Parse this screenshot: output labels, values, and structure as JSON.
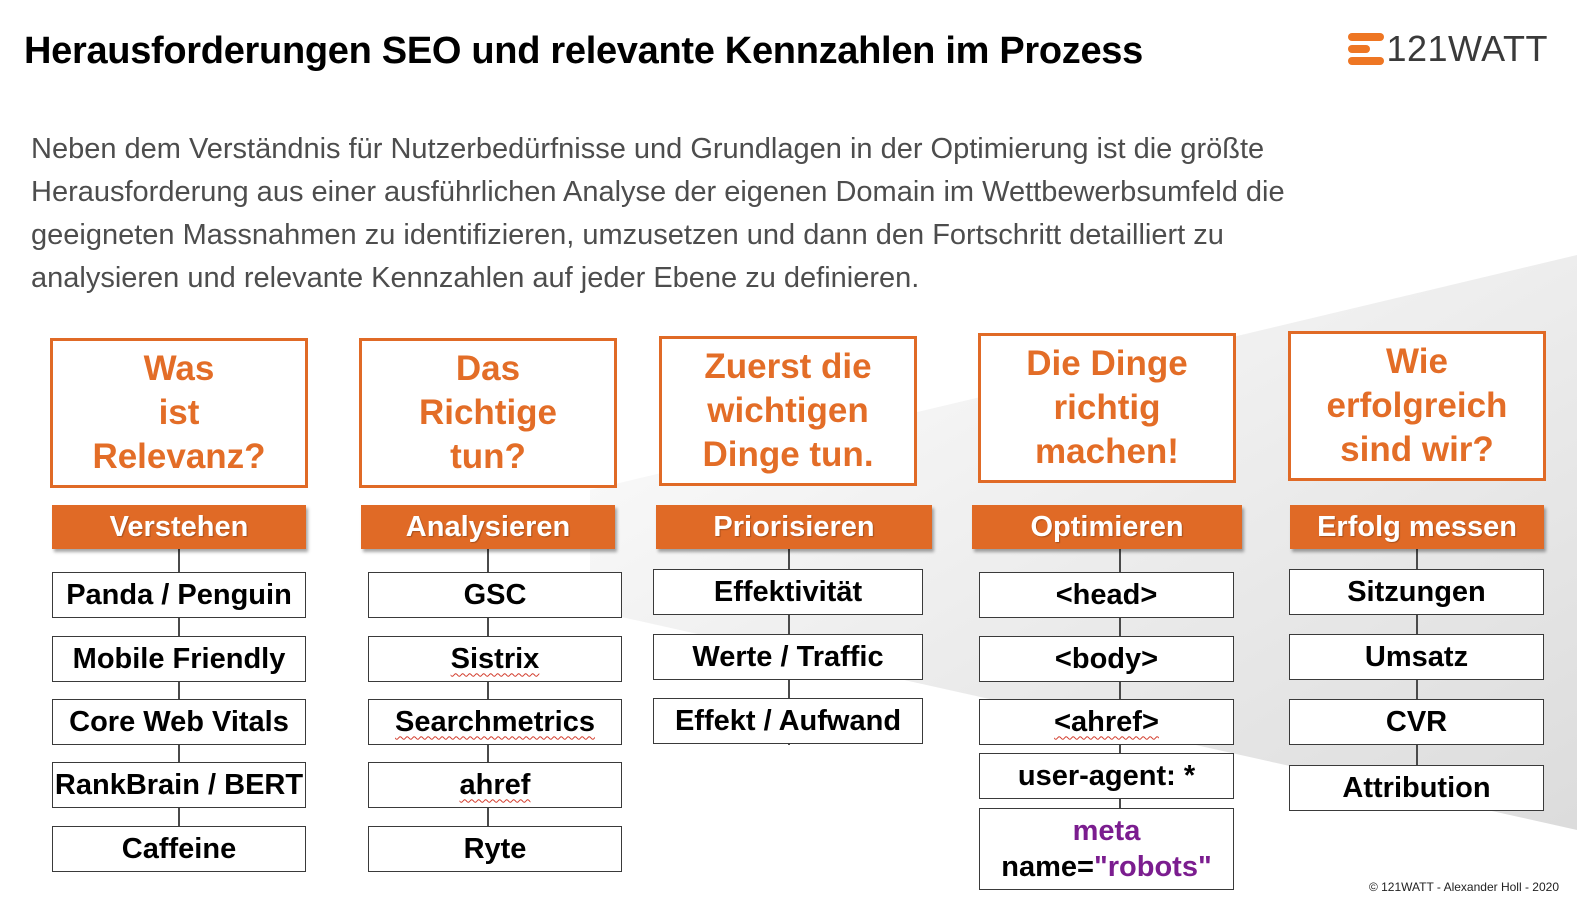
{
  "title": "Herausforderungen SEO und relevante Kennzahlen im Prozess",
  "logo": {
    "text": "121WATT"
  },
  "intro": "Neben dem Verständnis für Nutzerbedürfnisse und Grundlagen in der Optimierung ist die größte Herausforderung aus einer ausführlichen Analyse der eigenen Domain im Wettbewerbsumfeld die geeigneten Massnahmen zu identifizieren, umzusetzen und dann den Fortschritt detailliert zu analysieren und relevante Kennzahlen auf jeder Ebene zu definieren.",
  "colors": {
    "accent": "#e06a26",
    "text_gray": "#4d4d4d",
    "keyword": "#7b1d8f"
  },
  "columns": [
    {
      "question": "Was\nist\nRelevanz?",
      "header": "Verstehen",
      "items": [
        "Panda / Penguin",
        "Mobile Friendly",
        "Core Web Vitals",
        "RankBrain / BERT",
        "Caffeine"
      ]
    },
    {
      "question": "Das\nRichtige\ntun?",
      "header": "Analysieren",
      "items": [
        "GSC",
        "Sistrix",
        "Searchmetrics",
        "ahref",
        "Ryte"
      ]
    },
    {
      "question": "Zuerst die\nwichtigen\nDinge tun.",
      "header": "Priorisieren",
      "items": [
        "Effektivität",
        "Werte / Traffic",
        "Effekt / Aufwand"
      ]
    },
    {
      "question": "Die Dinge\nrichtig\nmachen!",
      "header": "Optimieren",
      "items": [
        "<head>",
        "<body>",
        "<ahref>",
        "user-agent: *"
      ],
      "meta_item": {
        "keyword": "meta",
        "attr": "name=",
        "value": "\"robots\""
      }
    },
    {
      "question": "Wie\nerfolgreich\nsind wir?",
      "header": "Erfolg messen",
      "items": [
        "Sitzungen",
        "Umsatz",
        "CVR",
        "Attribution"
      ]
    }
  ],
  "footer": "© 121WATT - Alexander Holl - 2020"
}
